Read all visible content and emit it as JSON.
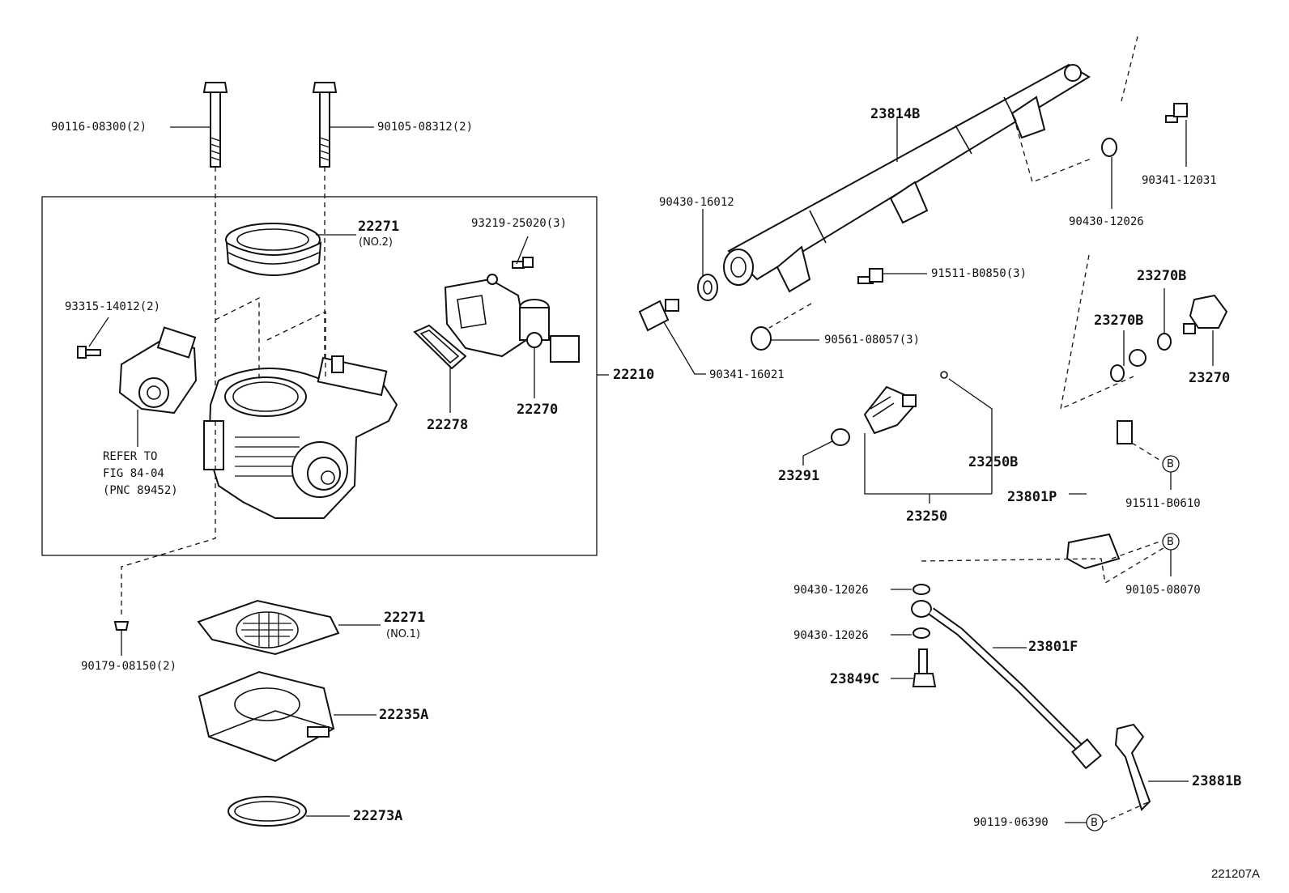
{
  "figure_number": "221207A",
  "reference_note": [
    "REFER TO",
    "FIG 84-04",
    "(PNC 89452)"
  ],
  "labels": {
    "p90116": "90116-08300(2)",
    "p90105a": "90105-08312(2)",
    "p22271no2": "22271",
    "p22271no2_sub": "(NO.2)",
    "p93219": "93219-25020(3)",
    "p93315": "93315-14012(2)",
    "p22210": "22210",
    "p22278": "22278",
    "p22270": "22270",
    "p22271no1": "22271",
    "p22271no1_sub": "(NO.1)",
    "p90179": "90179-08150(2)",
    "p22235A": "22235A",
    "p22273A": "22273A",
    "p23814B": "23814B",
    "p90430_16012": "90430-16012",
    "p90341_16021": "90341-16021",
    "p91511_B0850": "91511-B0850(3)",
    "p90561": "90561-08057(3)",
    "p90341_12031": "90341-12031",
    "p90430_12026a": "90430-12026",
    "p23270B_a": "23270B",
    "p23270B_b": "23270B",
    "p23270": "23270",
    "p23291": "23291",
    "p23250B": "23250B",
    "p23250": "23250",
    "p23801P": "23801P",
    "p91511_B0610": "91511-B0610",
    "p90105_08070": "90105-08070",
    "p90430_12026b": "90430-12026",
    "p90430_12026c": "90430-12026",
    "p23801F": "23801F",
    "p23849C": "23849C",
    "p23881B": "23881B",
    "p90119": "90119-06390",
    "ref_b": "B"
  }
}
